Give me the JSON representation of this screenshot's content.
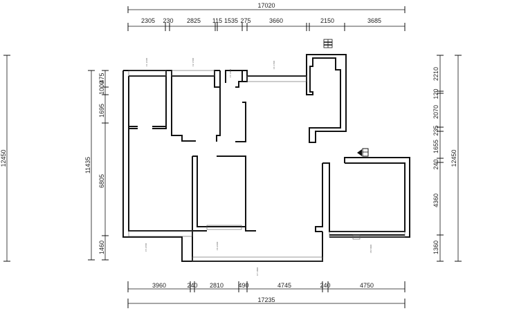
{
  "dimensions": {
    "top_total": "17020",
    "top_segments": [
      "2305",
      "230",
      "2825",
      "115",
      "1535",
      "275",
      "3660",
      "2150",
      "3685"
    ],
    "bottom_segments": [
      "3960",
      "240",
      "2810",
      "490",
      "4745",
      "240",
      "4750"
    ],
    "bottom_total": "17235",
    "left_outer_total": "12450",
    "left_inner_total": "11435",
    "left_segments": [
      "1000",
      "475",
      "1695",
      "6805",
      "1460"
    ],
    "right_segments": [
      "2210",
      "120",
      "2070",
      "235",
      "1655",
      "240",
      "4360",
      "1360"
    ],
    "right_total": "12450"
  },
  "window_codes": [
    "C1 2100",
    "C2 1500",
    "C3 1800",
    "C4 1500",
    "C5 2700",
    "C6 2400",
    "C7 1800",
    "C8 3600"
  ]
}
